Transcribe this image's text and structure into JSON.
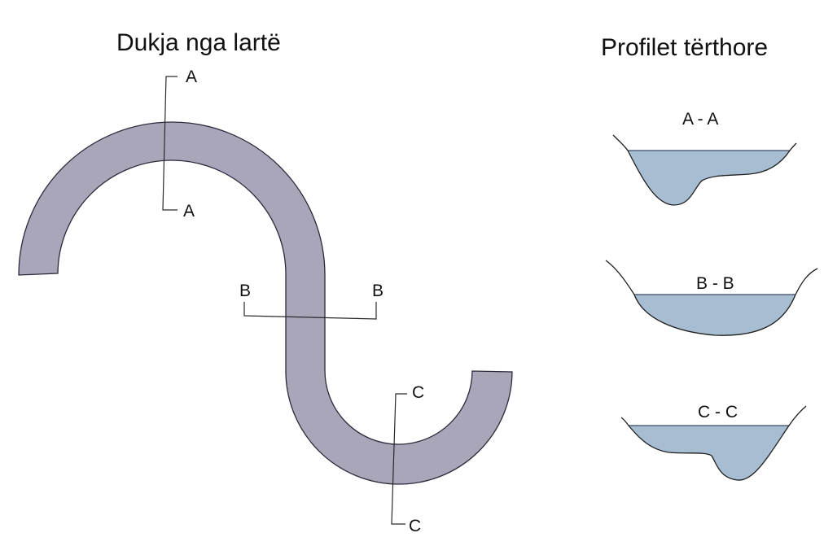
{
  "plan_view": {
    "title": "Dukja nga lartë",
    "sections": [
      {
        "id": "a",
        "label_top": "A",
        "label_bottom": "A"
      },
      {
        "id": "b",
        "label_left": "B",
        "label_right": "B"
      },
      {
        "id": "c",
        "label_top": "C",
        "label_bottom": "C"
      }
    ]
  },
  "profiles": {
    "title": "Profilet tërthore",
    "items": [
      {
        "id": "aa",
        "label": "A - A"
      },
      {
        "id": "bb",
        "label": "B - B"
      },
      {
        "id": "cc",
        "label": "C - C"
      }
    ]
  },
  "colors": {
    "river": "#a9a6b9",
    "water": "#a7bdd2",
    "outline": "#2a2a3a"
  }
}
